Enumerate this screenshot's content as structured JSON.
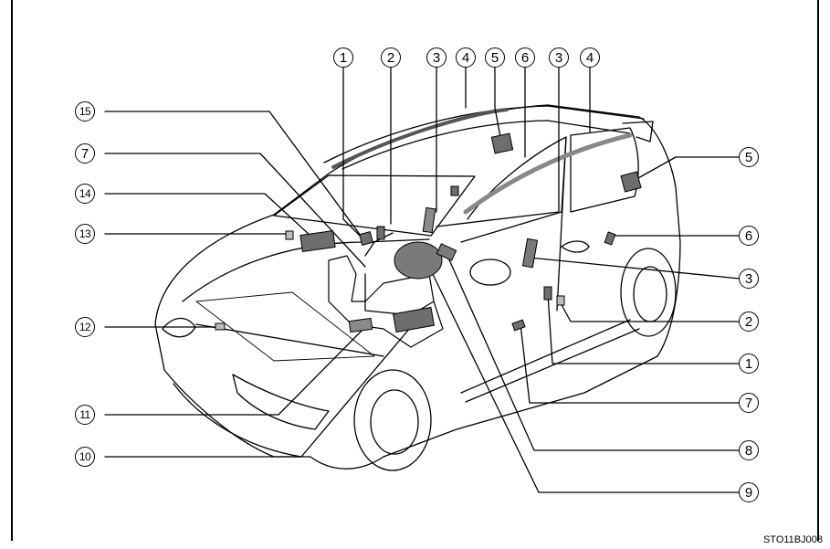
{
  "reference_code": "STO11BJ008",
  "callouts": {
    "top_1": "1",
    "top_2": "2",
    "top_3a": "3",
    "top_4a": "4",
    "top_5": "5",
    "top_6": "6",
    "top_3b": "3",
    "top_4b": "4",
    "left_15": "15",
    "left_7": "7",
    "left_14": "14",
    "left_13": "13",
    "left_12": "12",
    "left_11": "11",
    "left_10": "10",
    "right_5": "5",
    "right_6": "6",
    "right_3": "3",
    "right_2": "2",
    "right_1": "1",
    "right_7": "7",
    "right_8": "8",
    "right_9": "9"
  },
  "colors": {
    "line": "#000000",
    "background": "#ffffff",
    "part_fill": "#6e6e6e",
    "part_light": "#bdbdbd"
  }
}
